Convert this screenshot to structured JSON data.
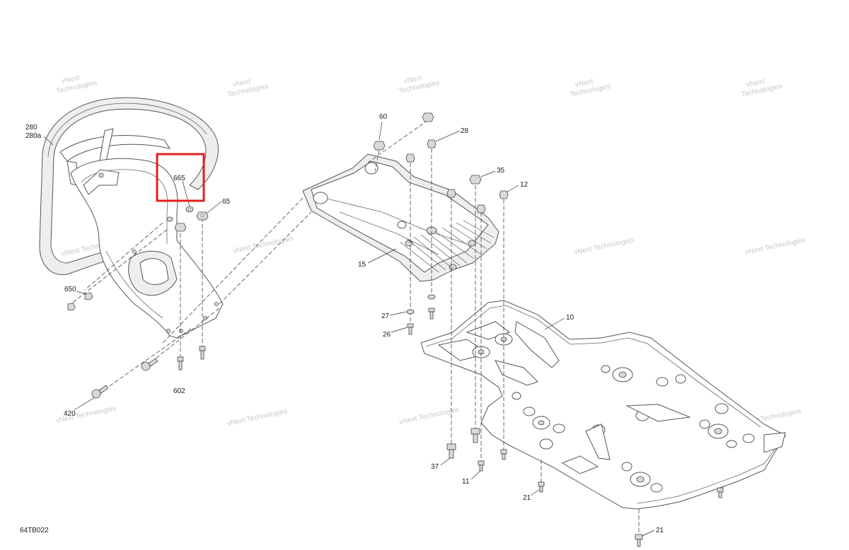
{
  "diagram_ref": "64TB022",
  "watermark": {
    "line1": "vNext",
    "line2": "Technologies",
    "combined": "vNext Technologies"
  },
  "highlight": {
    "label": "665",
    "color": "#e0201f"
  },
  "callouts": [
    {
      "id": "c-280",
      "label": "280"
    },
    {
      "id": "c-280a",
      "label": "280a"
    },
    {
      "id": "c-665",
      "label": "665"
    },
    {
      "id": "c-65",
      "label": "65"
    },
    {
      "id": "c-650",
      "label": "650"
    },
    {
      "id": "c-602",
      "label": "602"
    },
    {
      "id": "c-420",
      "label": "420"
    },
    {
      "id": "c-60",
      "label": "60"
    },
    {
      "id": "c-28",
      "label": "28"
    },
    {
      "id": "c-35",
      "label": "35"
    },
    {
      "id": "c-12",
      "label": "12"
    },
    {
      "id": "c-15",
      "label": "15"
    },
    {
      "id": "c-27",
      "label": "27"
    },
    {
      "id": "c-26",
      "label": "26"
    },
    {
      "id": "c-10",
      "label": "10"
    },
    {
      "id": "c-37",
      "label": "37"
    },
    {
      "id": "c-11",
      "label": "11"
    },
    {
      "id": "c-21a",
      "label": "21"
    },
    {
      "id": "c-21b",
      "label": "21"
    }
  ]
}
